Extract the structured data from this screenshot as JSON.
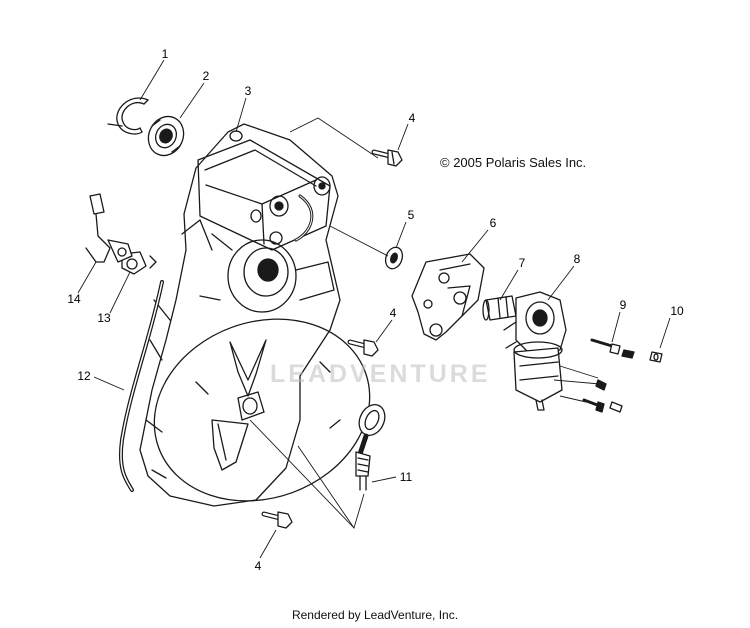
{
  "copyright": "© 2005 Polaris Sales Inc.",
  "footer": "Rendered by LeadVenture, Inc.",
  "watermark": "LEADVENTURE",
  "callouts": [
    "1",
    "2",
    "3",
    "4",
    "5",
    "6",
    "7",
    "8",
    "9",
    "10",
    "11",
    "12",
    "13",
    "14",
    "4",
    "4"
  ],
  "colors": {
    "line": "#1a1a1a",
    "paper": "#ffffff",
    "watermark": "#bebebe"
  }
}
